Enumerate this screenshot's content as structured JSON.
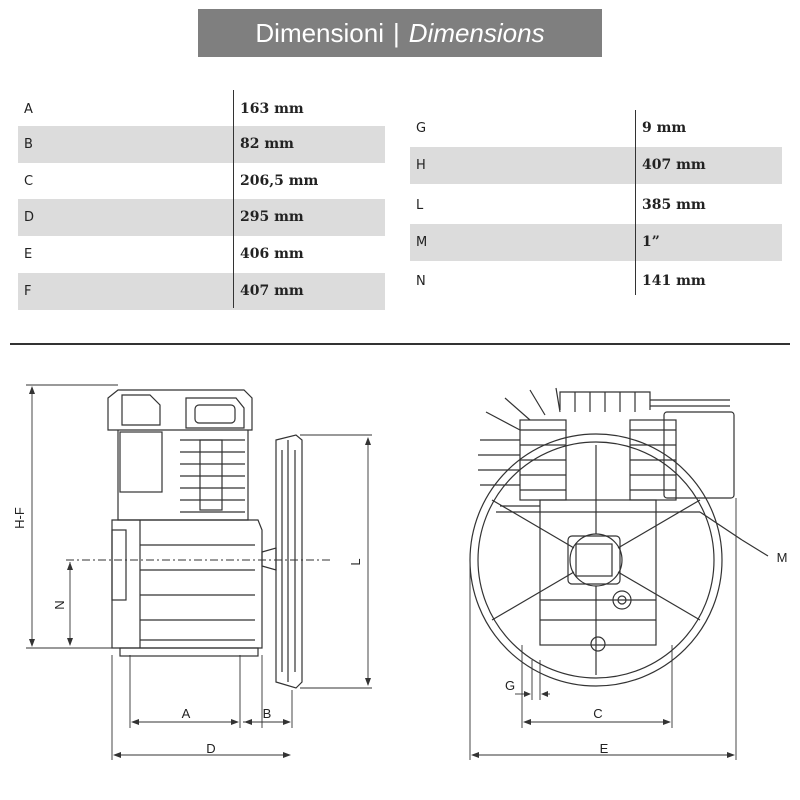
{
  "header": {
    "title_it": "Dimensioni",
    "separator": "|",
    "title_en": "Dimensions"
  },
  "table_left": [
    {
      "label": "A",
      "value": "163 mm"
    },
    {
      "label": "B",
      "value": "82 mm"
    },
    {
      "label": "C",
      "value": "206,5 mm"
    },
    {
      "label": "D",
      "value": "295 mm"
    },
    {
      "label": "E",
      "value": "406 mm"
    },
    {
      "label": "F",
      "value": "407 mm"
    }
  ],
  "table_right": [
    {
      "label": "G",
      "value": "9 mm"
    },
    {
      "label": "H",
      "value": "407 mm"
    },
    {
      "label": "L",
      "value": "385 mm"
    },
    {
      "label": "M",
      "value": "1”"
    },
    {
      "label": "N",
      "value": "141 mm"
    }
  ],
  "drawing_labels": {
    "hf": "H-F",
    "n": "N",
    "l": "L",
    "a": "A",
    "b": "B",
    "d": "D",
    "g": "G",
    "c": "C",
    "e": "E",
    "m": "M"
  },
  "colors": {
    "title_bg": "#7f7f7f",
    "row_shade": "#dcdcdc",
    "line": "#333333"
  }
}
